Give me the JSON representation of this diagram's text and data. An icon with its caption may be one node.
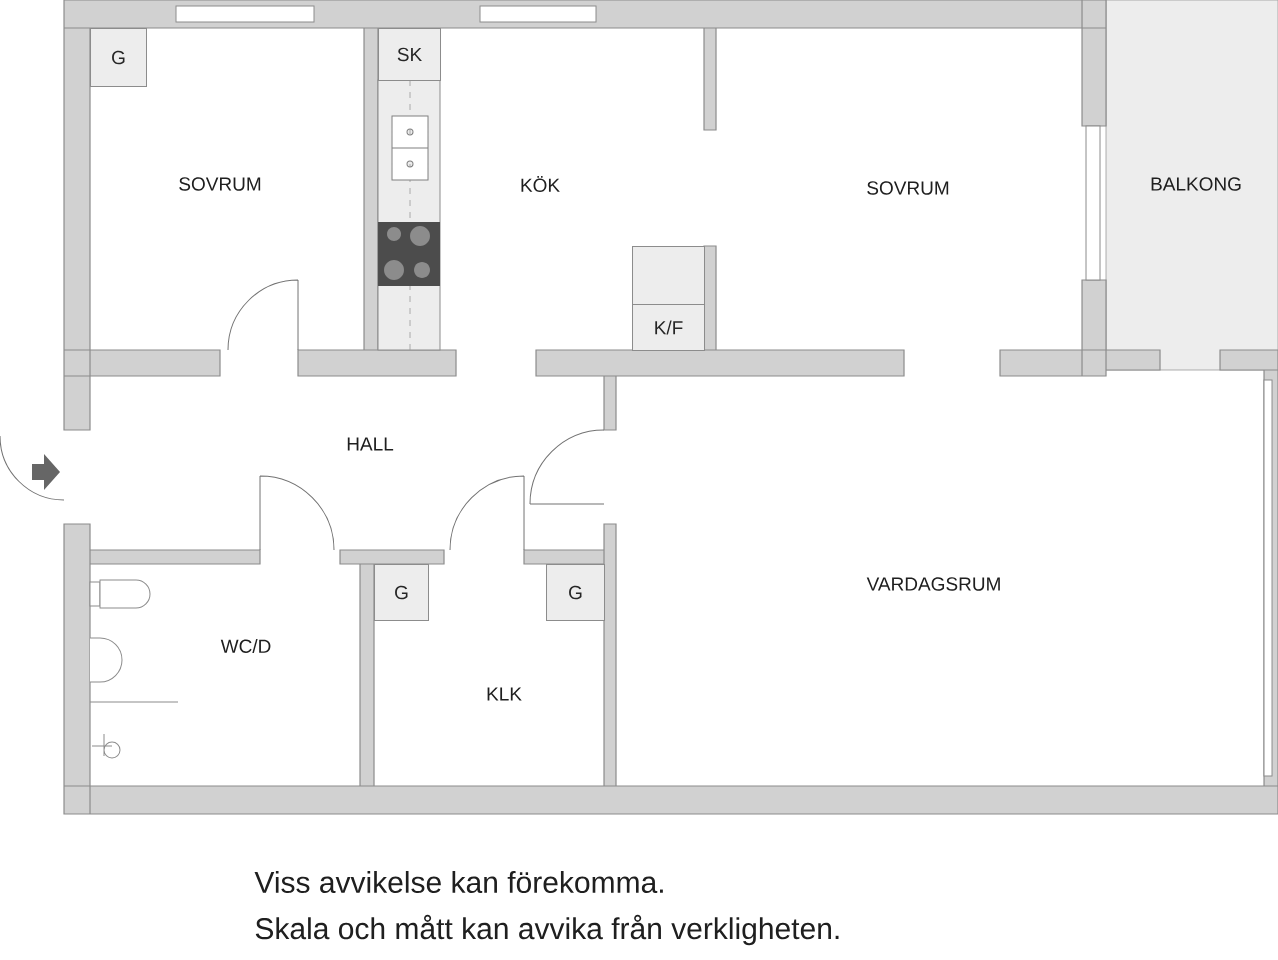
{
  "diagram": {
    "nodes": [
      {
        "text": [
          "G"
        ]
      },
      {
        "text": [
          "SK"
        ]
      },
      {
        "text": [],
        "shape": "box"
      },
      {
        "text": [
          "K/F"
        ]
      },
      {
        "text": [
          "G"
        ]
      },
      {
        "text": [
          "G"
        ]
      }
    ],
    "labels": [
      "SOVRUM",
      "KÖK",
      "SOVRUM",
      "BALKONG",
      "HALL",
      "WC/D",
      "VARDAGSRUM",
      "KLK",
      "Viss avvikelse kan förekomma.",
      "Skala och mått kan avvika från verkligheten."
    ]
  }
}
